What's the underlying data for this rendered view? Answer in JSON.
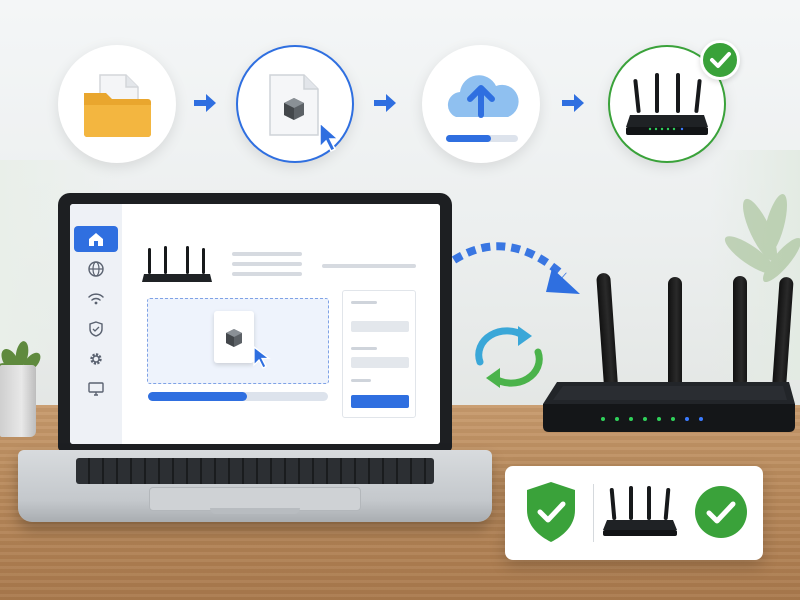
{
  "colors": {
    "accent": "#2f6fe0",
    "success": "#3aa23a",
    "folder": "#f3b640",
    "router": "#17191b",
    "led_green": "#2fd15a",
    "led_blue": "#3a7bff"
  },
  "steps": [
    {
      "icon": "folder-document-icon",
      "state": "done"
    },
    {
      "icon": "firmware-file-cursor-icon",
      "state": "active"
    },
    {
      "icon": "cloud-upload-icon",
      "state": "done"
    },
    {
      "icon": "router-icon",
      "state": "complete"
    }
  ],
  "upload_progress": 0.55,
  "step3_progress": 0.62,
  "laptop": {
    "sidebar": [
      {
        "icon": "home-icon",
        "active": true
      },
      {
        "icon": "globe-icon",
        "active": false
      },
      {
        "icon": "wifi-icon",
        "active": false
      },
      {
        "icon": "shield-icon",
        "active": false
      },
      {
        "icon": "gear-icon",
        "active": false
      },
      {
        "icon": "monitor-icon",
        "active": false
      }
    ]
  },
  "status_card": {
    "items": [
      "shield-check-icon",
      "router-icon",
      "check-circle-icon"
    ]
  }
}
